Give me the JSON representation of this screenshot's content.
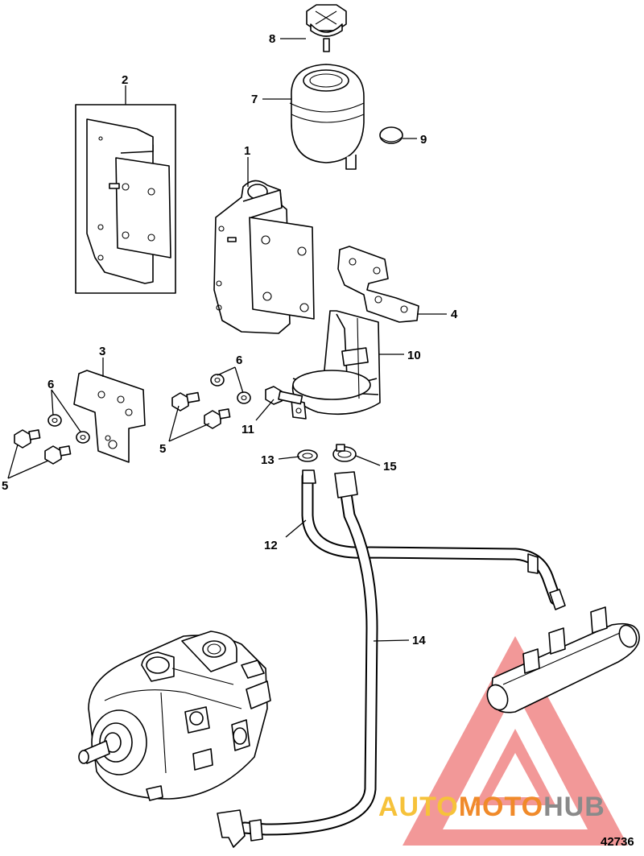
{
  "callouts": {
    "c1": "1",
    "c2": "2",
    "c3": "3",
    "c4": "4",
    "c5a": "5",
    "c5b": "5",
    "c6a": "6",
    "c6b": "6",
    "c7": "7",
    "c8": "8",
    "c9": "9",
    "c10": "10",
    "c11": "11",
    "c12": "12",
    "c13": "13",
    "c14": "14",
    "c15": "15"
  },
  "watermark": {
    "part1": "AUTO",
    "part2": "MOTO",
    "part3": "HUB",
    "colors": {
      "auto": "#f6c23a",
      "moto": "#f08a2a",
      "hub": "#8a8a8a",
      "triangle": "#e63b3b"
    }
  },
  "diagram_number": "42736"
}
